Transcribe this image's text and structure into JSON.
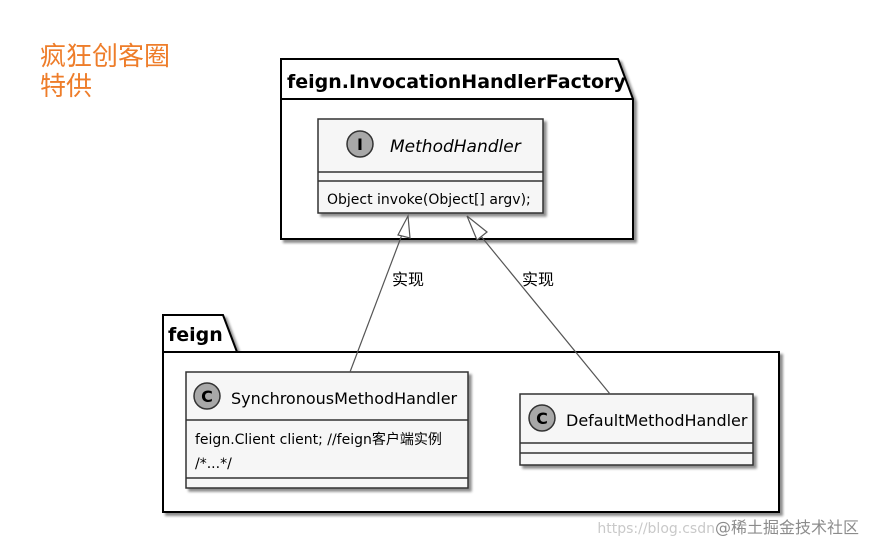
{
  "corner_watermark": "疯狂创客圈\n特供",
  "packages": {
    "outer": {
      "name": "feign.InvocationHandlerFactory"
    },
    "inner": {
      "name": "feign"
    }
  },
  "classes": {
    "method_handler": {
      "stereotype": "I",
      "name": "MethodHandler",
      "members": [
        "Object invoke(Object[] argv);"
      ]
    },
    "sync_handler": {
      "stereotype": "C",
      "name": "SynchronousMethodHandler",
      "members": [
        "feign.Client client; //feign客户端实例",
        "/*...*/"
      ]
    },
    "default_handler": {
      "stereotype": "C",
      "name": "DefaultMethodHandler",
      "members": []
    }
  },
  "relations": {
    "left_label": "实现",
    "right_label": "实现"
  },
  "bottom_watermark": {
    "faint": "https://blog.csdn",
    "dark": "@稀土掘金技术社区"
  },
  "colors": {
    "corner_watermark": "#ee7d2a",
    "class_fill": "#f6f6f6",
    "stereotype_circle": "#a8a8a8"
  }
}
